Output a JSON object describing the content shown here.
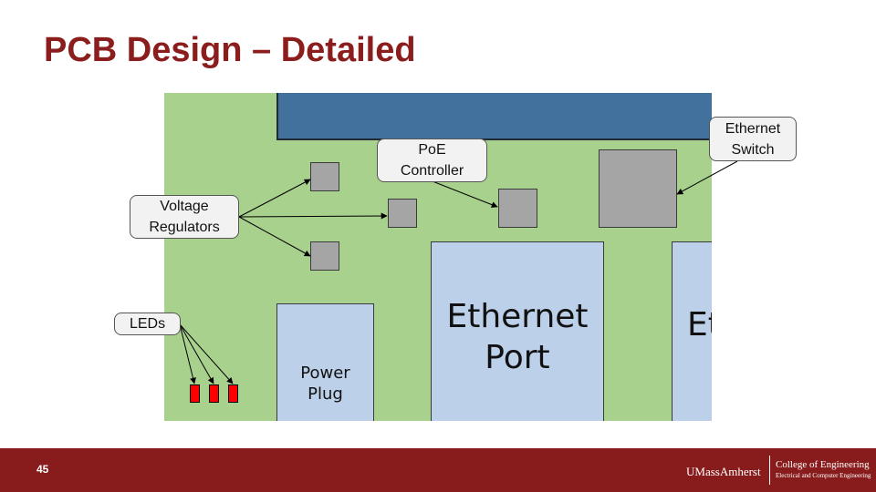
{
  "slide": {
    "title": "PCB Design – Detailed"
  },
  "diagram": {
    "ports": {
      "ethernet_port_label": "Ethernet Port",
      "ethernet_port_line1": "Ethernet",
      "ethernet_port_line2": "Port",
      "second_port_partial": "Et",
      "power_plug_line1": "Power",
      "power_plug_line2": "Plug"
    },
    "callouts": {
      "ethernet_switch_line1": "Ethernet",
      "ethernet_switch_line2": "Switch",
      "poe_line1": "PoE",
      "poe_line2": "Controller",
      "voltage_line1": "Voltage",
      "voltage_line2": "Regulators",
      "leds": "LEDs"
    },
    "colors": {
      "board": "#a9d18e",
      "module": "#41719c",
      "chip": "#a5a5a5",
      "port": "#bcd0ea",
      "led": "#ff0000",
      "title": "#8b1d1d",
      "footer": "#881c1c"
    }
  },
  "footer": {
    "page_number": "45",
    "university": "UMassAmherst",
    "college": "College of Engineering",
    "department": "Electrical and Computer Engineering"
  }
}
